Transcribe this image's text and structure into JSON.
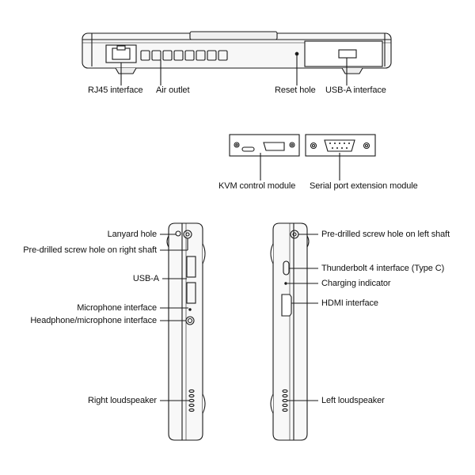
{
  "labels": {
    "rj45": "RJ45 interface",
    "air_outlet": "Air outlet",
    "reset_hole": "Reset hole",
    "usb_a_back": "USB-A interface",
    "kvm_module": "KVM control module",
    "serial_module": "Serial port extension module",
    "lanyard_hole": "Lanyard hole",
    "screw_right": "Pre-drilled screw hole on right shaft",
    "usb_a_side": "USB-A",
    "mic": "Microphone interface",
    "headphone": "Headphone/microphone interface",
    "right_speaker": "Right loudspeaker",
    "screw_left": "Pre-drilled screw hole on left shaft",
    "thunderbolt": "Thunderbolt 4 interface (Type C)",
    "charging": "Charging indicator",
    "hdmi": "HDMI interface",
    "left_speaker": "Left loudspeaker"
  }
}
